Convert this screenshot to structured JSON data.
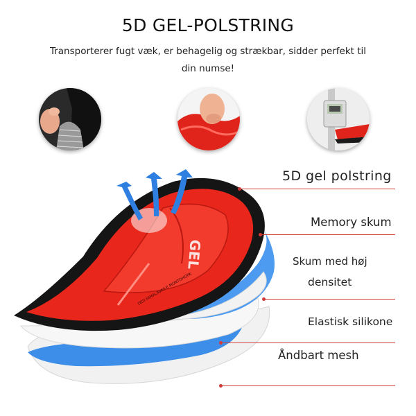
{
  "header": {
    "title": "5D GEL-POLSTRING",
    "subtitle": "Transporterer fugt væk, er behagelig og strækbar, sidder perfekt til din numse!"
  },
  "detail_photos": [
    {
      "icon": "fabric-stretch-icon"
    },
    {
      "icon": "finger-press-icon"
    },
    {
      "icon": "caliper-measure-icon"
    }
  ],
  "pad_print": {
    "logo": "GEL",
    "brand_text": "DED HIMALAVAS E MONTOHOPK"
  },
  "layers": [
    {
      "label": "5D gel polstring"
    },
    {
      "label": "Memory skum"
    },
    {
      "label": "Skum med høj"
    },
    {
      "label": "densitet"
    },
    {
      "label": "Elastisk silikone"
    },
    {
      "label": "Åndbart mesh"
    }
  ],
  "colors": {
    "accent": "#d23a3a",
    "pad_red": "#e8261c",
    "pad_black": "#151515",
    "arrow_blue": "#2f7fe0",
    "silicone_blue": "#3d8ee8",
    "mesh_white": "#f1f1f1"
  }
}
